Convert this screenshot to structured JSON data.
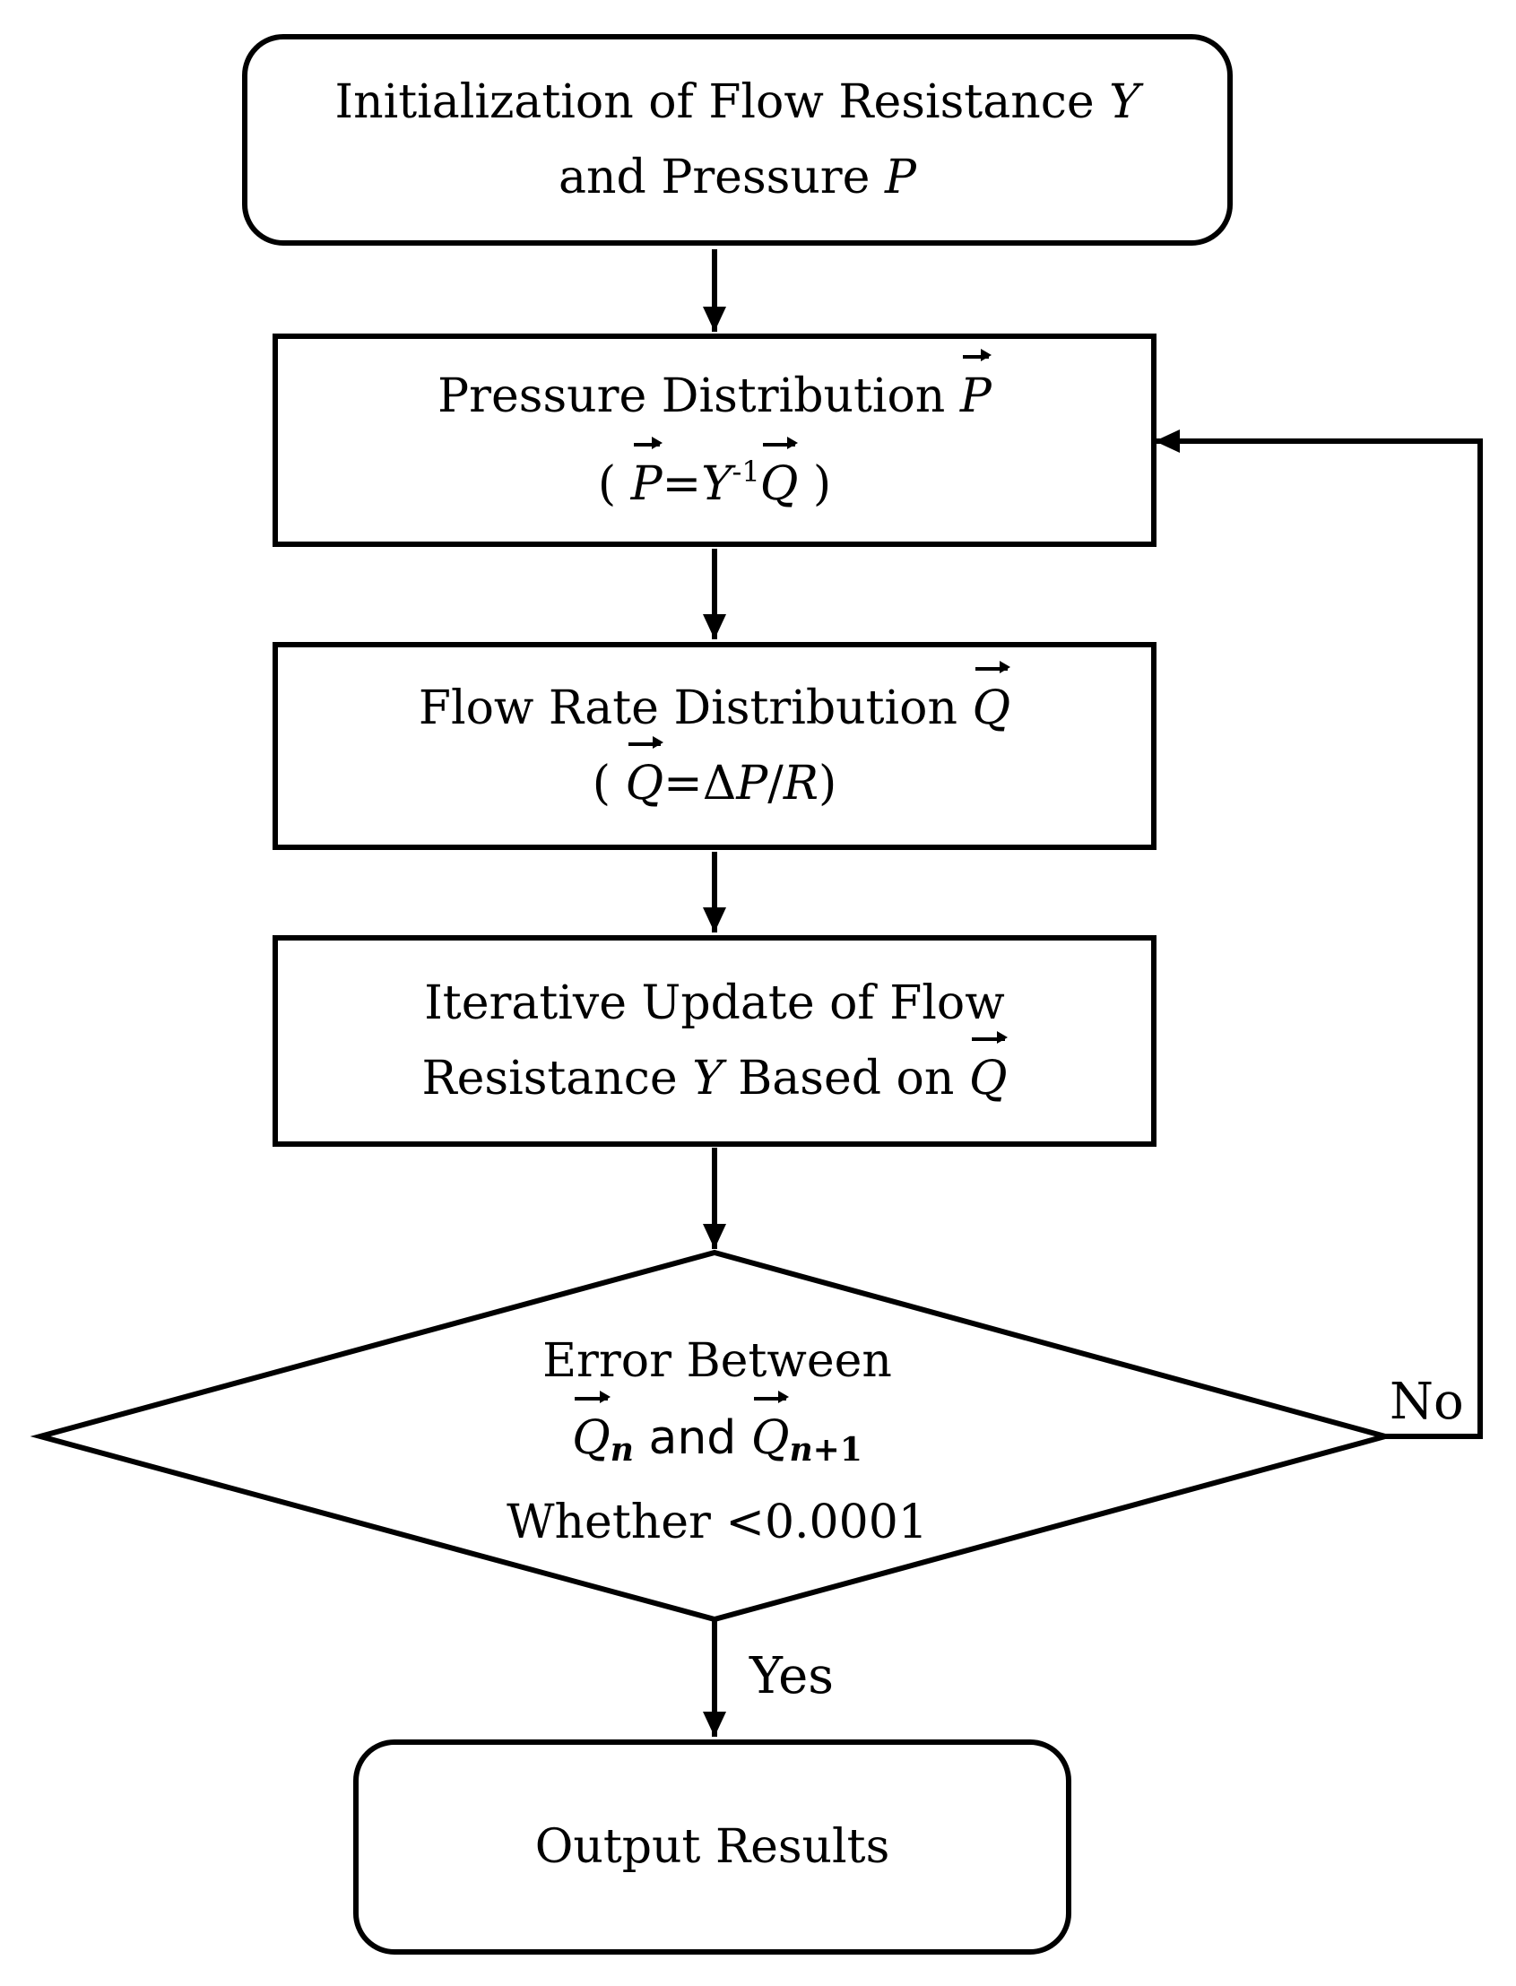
{
  "init": {
    "line1": "Initialization of Flow Resistance",
    "y_sym": "Y",
    "line2": "and Pressure",
    "p_sym": "P"
  },
  "pressure": {
    "label": "Pressure Distribution",
    "p_sym": "P",
    "open": "(",
    "p2": "P",
    "eq": "=",
    "y_sym": "Y",
    "sup": "-1",
    "q_sym": "Q",
    "close": ")"
  },
  "flow": {
    "label": "Flow Rate Distribution",
    "q_sym": "Q",
    "open": "(",
    "q2": "Q",
    "eq": "=Δ",
    "p_sym": "P",
    "slash": "/",
    "r_sym": "R",
    "close": ")"
  },
  "update": {
    "line1": "Iterative Update of Flow",
    "line2a": "Resistance",
    "y_sym": "Y",
    "line2b": "Based on",
    "q_sym": "Q"
  },
  "decision": {
    "line1": "Error Between",
    "q1": "Q",
    "n": "n",
    "and": "and",
    "q2": "Q",
    "n2": "n",
    "plus1": "+1",
    "line3": "Whether <0.0001"
  },
  "labels": {
    "no": "No",
    "yes": "Yes"
  },
  "output": {
    "label": "Output Results"
  }
}
